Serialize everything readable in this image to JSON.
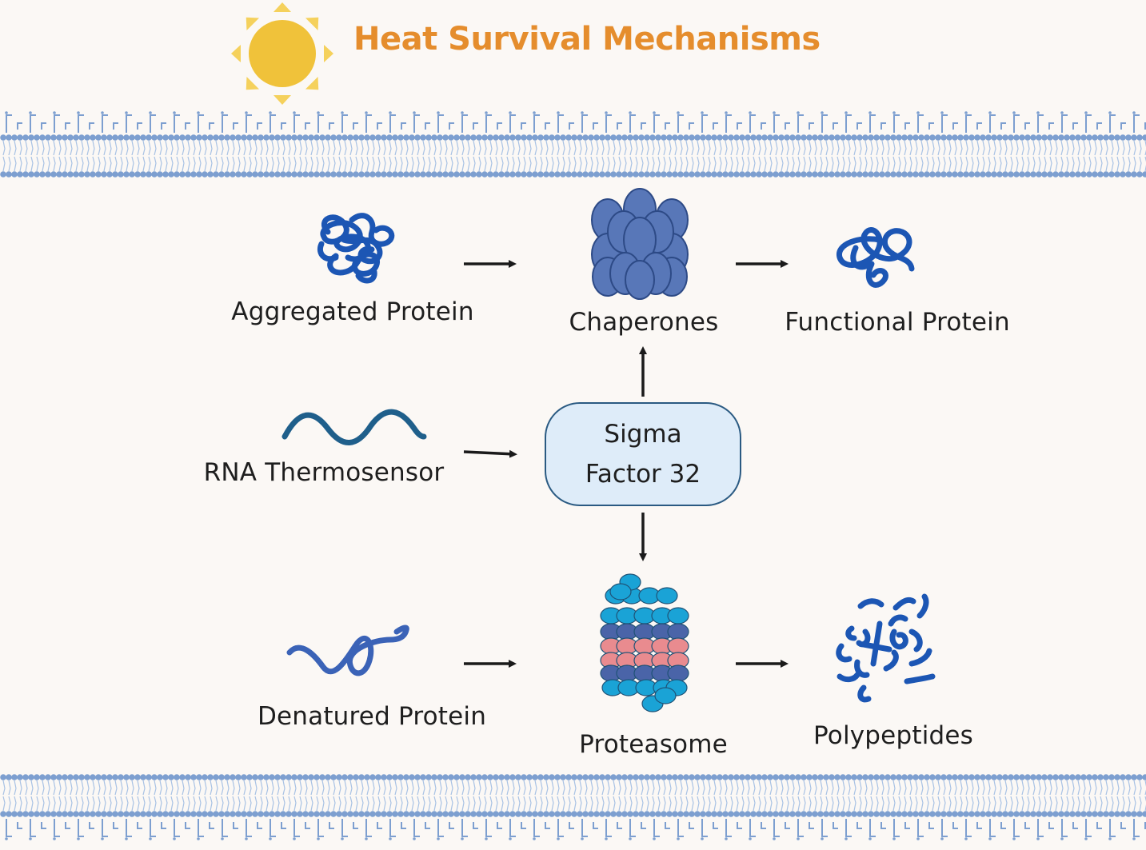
{
  "title": "Heat Survival Mechanisms",
  "nodes": {
    "aggregated_protein": "Aggregated Protein",
    "chaperones": "Chaperones",
    "functional_protein": "Functional Protein",
    "rna_thermosensor": "RNA Thermosensor",
    "sigma_factor": {
      "line1": "Sigma",
      "line2": "Factor 32"
    },
    "denatured_protein": "Denatured Protein",
    "proteasome": "Proteasome",
    "polypeptides": "Polypeptides"
  },
  "edges": [
    {
      "from": "aggregated_protein",
      "to": "chaperones"
    },
    {
      "from": "chaperones",
      "to": "functional_protein"
    },
    {
      "from": "rna_thermosensor",
      "to": "sigma_factor"
    },
    {
      "from": "sigma_factor",
      "to": "chaperones"
    },
    {
      "from": "sigma_factor",
      "to": "proteasome"
    },
    {
      "from": "denatured_protein",
      "to": "proteasome"
    },
    {
      "from": "proteasome",
      "to": "polypeptides"
    }
  ],
  "icons": {
    "sun": "sun-icon",
    "membrane": "lipid-bilayer-membrane",
    "aggregated_protein": "tangled-protein-icon",
    "chaperones": "chaperone-complex-icon",
    "functional_protein": "folded-protein-icon",
    "rna": "rna-wave-icon",
    "denatured_protein": "unfolded-protein-icon",
    "proteasome": "proteasome-icon",
    "polypeptides": "peptide-fragments-icon"
  },
  "colors": {
    "title": "#e58d2d",
    "sun": "#f0c23a",
    "sun_rays": "#f5d15c",
    "membrane_head": "#7d9fd0",
    "membrane_tail": "#a8c2e4",
    "protein_blue": "#1c56b4",
    "chaperone": "#5877b8",
    "rna": "#1f5f8b",
    "sigma_fill": "#deecf9",
    "proteasome_cyan": "#1aa3d6",
    "proteasome_dark": "#4a64a8",
    "proteasome_pink": "#e98b8f",
    "arrow": "#1a1a1a"
  }
}
